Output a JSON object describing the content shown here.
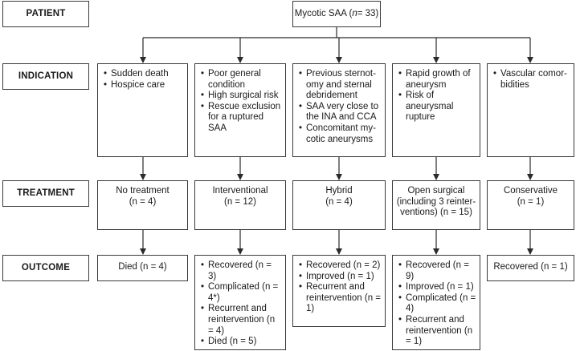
{
  "row_labels": {
    "patient": "PATIENT",
    "indication": "INDICATION",
    "treatment": "TREATMENT",
    "outcome": "OUTCOME"
  },
  "root": {
    "prefix": "Mycotic SAA (",
    "n_var": "n",
    "suffix": " = 33)"
  },
  "indications": [
    {
      "items": [
        "Sudden death",
        "Hospice care"
      ]
    },
    {
      "items": [
        "Poor general condition",
        "High surgical risk",
        "Rescue exclusion for a ruptured SAA"
      ]
    },
    {
      "items": [
        "Previous sternot-omy and sternal debridement",
        "SAA very close to the INA and CCA",
        "Concomitant my-cotic aneurysms"
      ]
    },
    {
      "items": [
        "Rapid growth of aneurysm",
        "Risk of aneurysmal rupture"
      ]
    },
    {
      "items": [
        "Vascular comor-bidities"
      ]
    }
  ],
  "treatments": [
    {
      "name": "No treatment",
      "count": "(n = 4)"
    },
    {
      "name": "Interventional",
      "count": "(n = 12)"
    },
    {
      "name": "Hybrid",
      "count": "(n = 4)"
    },
    {
      "name": "Open surgical",
      "detail": "(including 3 reinter-ventions) (n = 15)"
    },
    {
      "name": "Conservative",
      "count": "(n = 1)"
    }
  ],
  "outcomes": [
    {
      "type": "plain",
      "text": "Died (n = 4)"
    },
    {
      "type": "list",
      "items": [
        "Recovered (n = 3)",
        "Complicated (n = 4*)",
        "Recurrent and reintervention (n = 4)",
        "Died (n = 5)"
      ]
    },
    {
      "type": "list",
      "items": [
        "Recovered (n = 2)",
        "Improved (n = 1)",
        "Recurrent and reintervention (n = 1)"
      ]
    },
    {
      "type": "list",
      "items": [
        "Recovered (n = 9)",
        "Improved (n = 1)",
        "Complicated (n = 4)",
        "Recurrent and reintervention (n = 1)"
      ]
    },
    {
      "type": "plain",
      "text": "Recovered (n = 1)"
    }
  ]
}
